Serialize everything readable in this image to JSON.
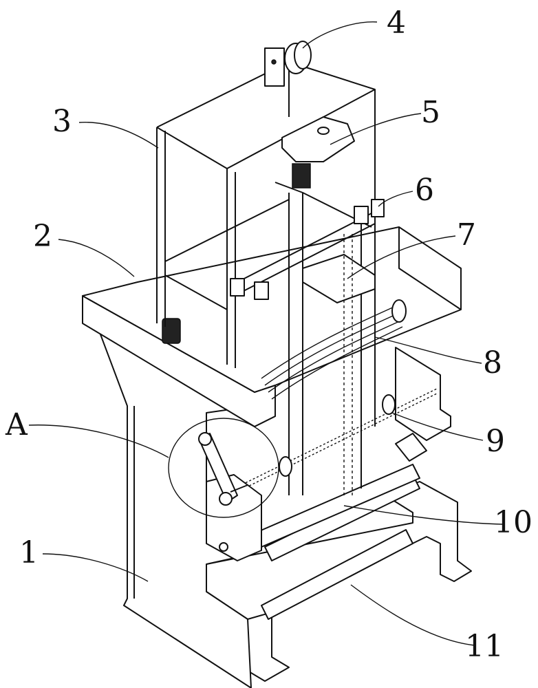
{
  "figure": {
    "labels": {
      "l1": "1",
      "l2": "2",
      "l3": "3",
      "l4": "4",
      "l5": "5",
      "l6": "6",
      "l7": "7",
      "l8": "8",
      "l9": "9",
      "l10": "10",
      "l11": "11",
      "lA": "A"
    }
  }
}
